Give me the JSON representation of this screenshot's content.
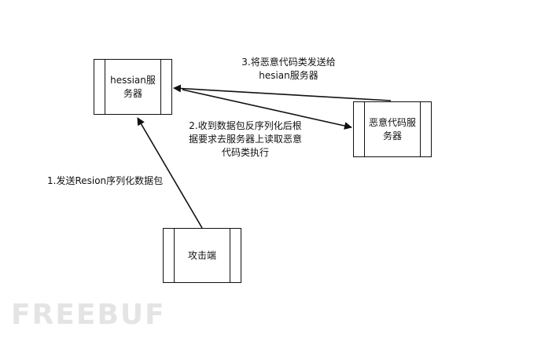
{
  "nodes": {
    "hessian_server": {
      "label": "hessian服\n务器"
    },
    "malicious_server": {
      "label": "恶意代码服\n务器"
    },
    "attacker": {
      "label": "攻击端"
    }
  },
  "edges": {
    "step1": {
      "label": "1.发送Resion序列化数据包"
    },
    "step2": {
      "label": "2.收到数据包反序列化后根\n据要求去服务器上读取恶意\n代码类执行"
    },
    "step3": {
      "label": "3.将恶意代码类发送给\nhesian服务器"
    }
  },
  "watermark": {
    "text": "FREEBUF"
  }
}
